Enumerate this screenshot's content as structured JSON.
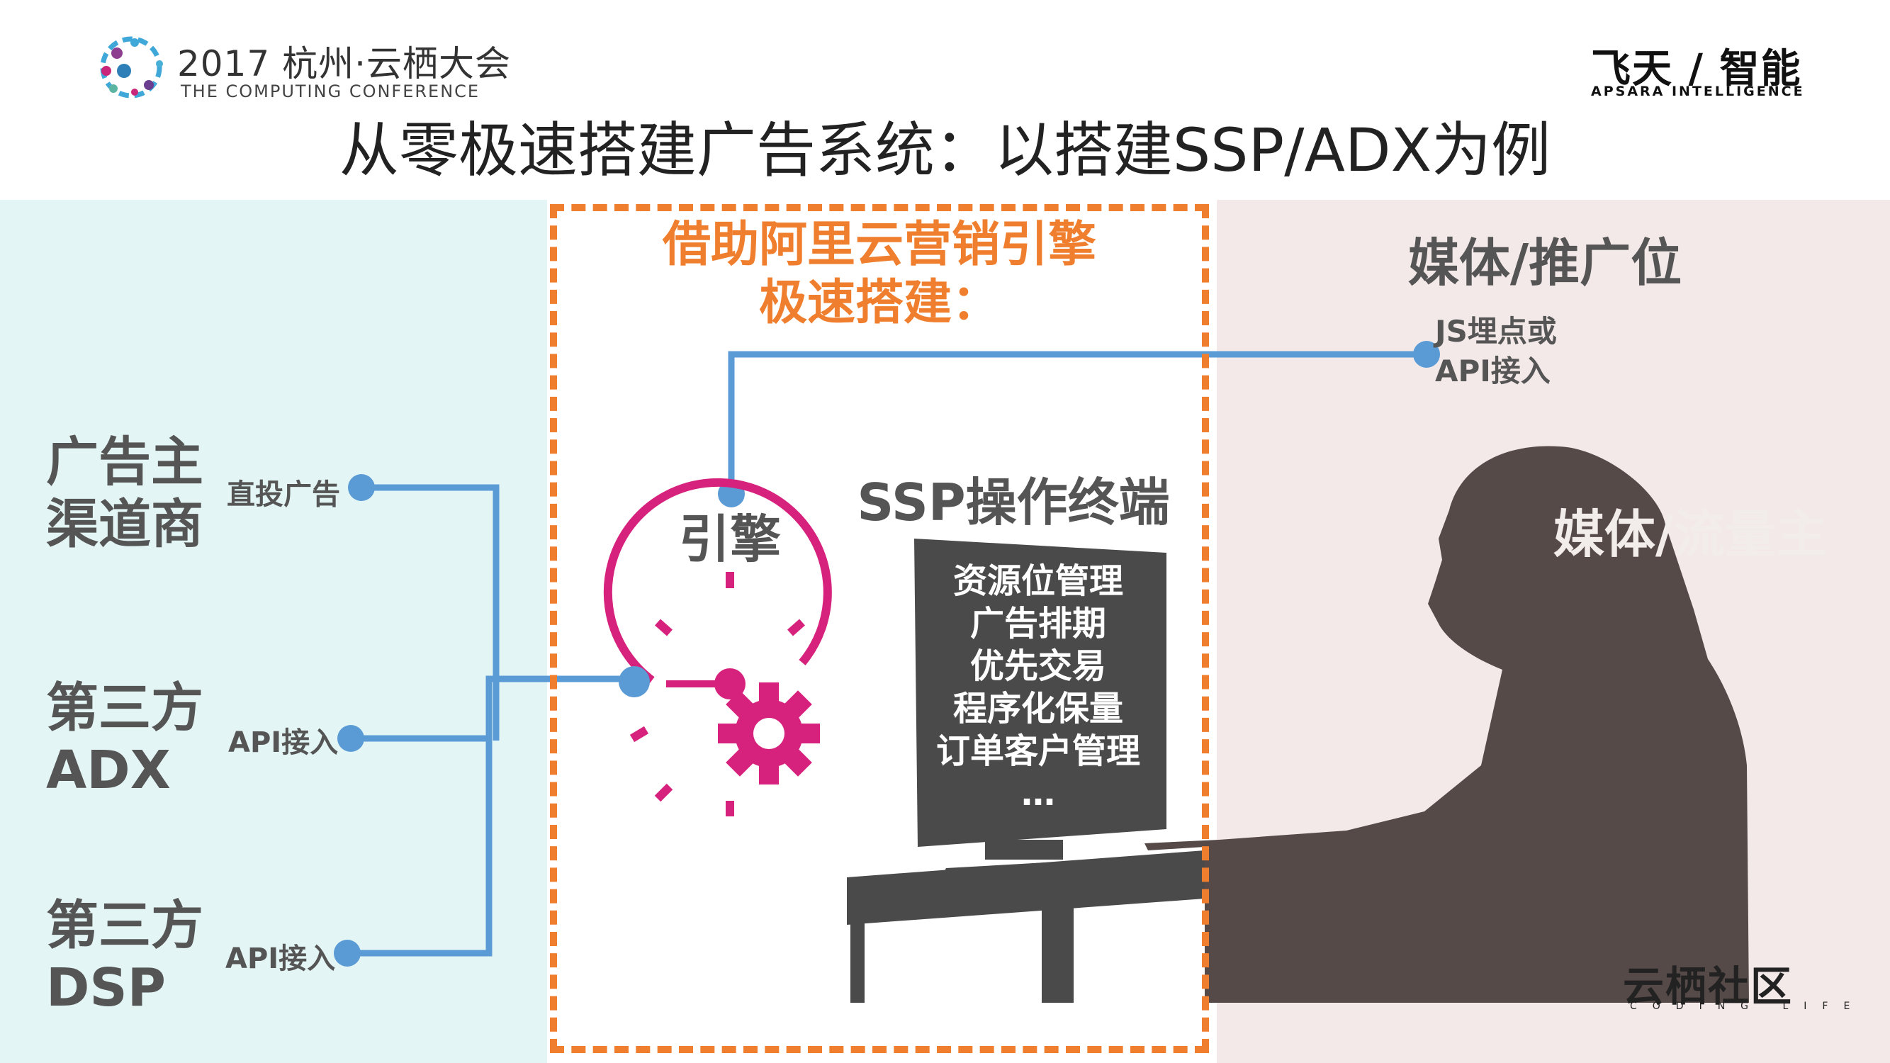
{
  "header": {
    "conference_title": "2017 杭州·云栖大会",
    "conference_subtitle": "THE COMPUTING CONFERENCE",
    "brand_cn": "飞天 / 智能",
    "brand_en": "APSARA INTELLIGENCE"
  },
  "slide_title": "从零极速搭建广告系统：以搭建SSP/ADX为例",
  "left_panel": {
    "nodes": [
      {
        "name_line1": "广告主",
        "name_line2": "渠道商",
        "connector": "直投广告"
      },
      {
        "name_line1": "第三方",
        "name_line2": "ADX",
        "connector": "API接入"
      },
      {
        "name_line1": "第三方",
        "name_line2": "DSP",
        "connector": "API接入"
      }
    ]
  },
  "middle_panel": {
    "highlight_line1": "借助阿里云营销引擎",
    "highlight_line2": "极速搭建：",
    "engine_label": "引擎",
    "terminal_title": "SSP操作终端",
    "terminal_functions": [
      "资源位管理",
      "广告排期",
      "优先交易",
      "程序化保量",
      "订单客户管理",
      "…"
    ]
  },
  "right_panel": {
    "title": "媒体/推广位",
    "access_line1": "JS埋点或",
    "access_line2": "API接入",
    "owner_label": "媒体/流量主"
  },
  "footer": {
    "community_logo": "云栖社区",
    "community_sub": "CODING LIFE"
  },
  "colors": {
    "accent_orange": "#ef7f2e",
    "line_blue": "#5b9bd5",
    "engine_magenta": "#d6227d",
    "left_bg": "#e3f5f4",
    "right_bg": "#f3e9e8",
    "silhouette": "#554a48",
    "monitor": "#4a4a4a"
  }
}
